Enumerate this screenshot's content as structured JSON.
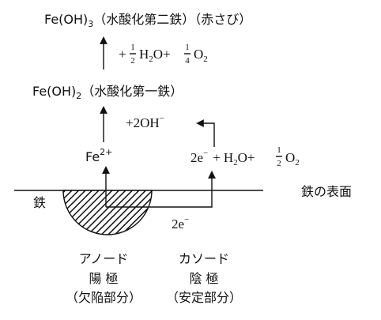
{
  "top_compound": {
    "base": "Fe(OH)",
    "sub": "3",
    "label": "（水酸化第二鉄）（赤さび）"
  },
  "step2_reactant": {
    "plus": "+",
    "c1_num": "1",
    "c1_den": "2",
    "h": "H",
    "h_sub": "2",
    "o": "O",
    "plus2": "+",
    "c2_num": "1",
    "c2_den": "4",
    "o2": "O",
    "o2_sub": "2"
  },
  "mid_compound": {
    "base": "Fe(OH)",
    "sub": "2",
    "label": "（水酸化第一鉄）"
  },
  "step1_reactant": {
    "text": "+2OH",
    "sup": "−"
  },
  "iron_ion": {
    "base": "Fe",
    "sup": "2+"
  },
  "cathode_reaction": {
    "e": "2e",
    "e_sup": "−",
    "plus": "+",
    "h": "H",
    "h_sub": "2",
    "o": "O",
    "plus2": "+",
    "c_num": "1",
    "c_den": "2",
    "o2": "O",
    "o2_sub": "2"
  },
  "surface_label": "鉄の表面",
  "iron_label": "鉄",
  "electron_flow": {
    "e": "2e",
    "sup": "−"
  },
  "anode": {
    "name": "アノード",
    "pole": "陽 極",
    "note": "（欠陥部分）"
  },
  "cathode": {
    "name": "カソード",
    "pole": "陰 極",
    "note": "（安定部分）"
  }
}
